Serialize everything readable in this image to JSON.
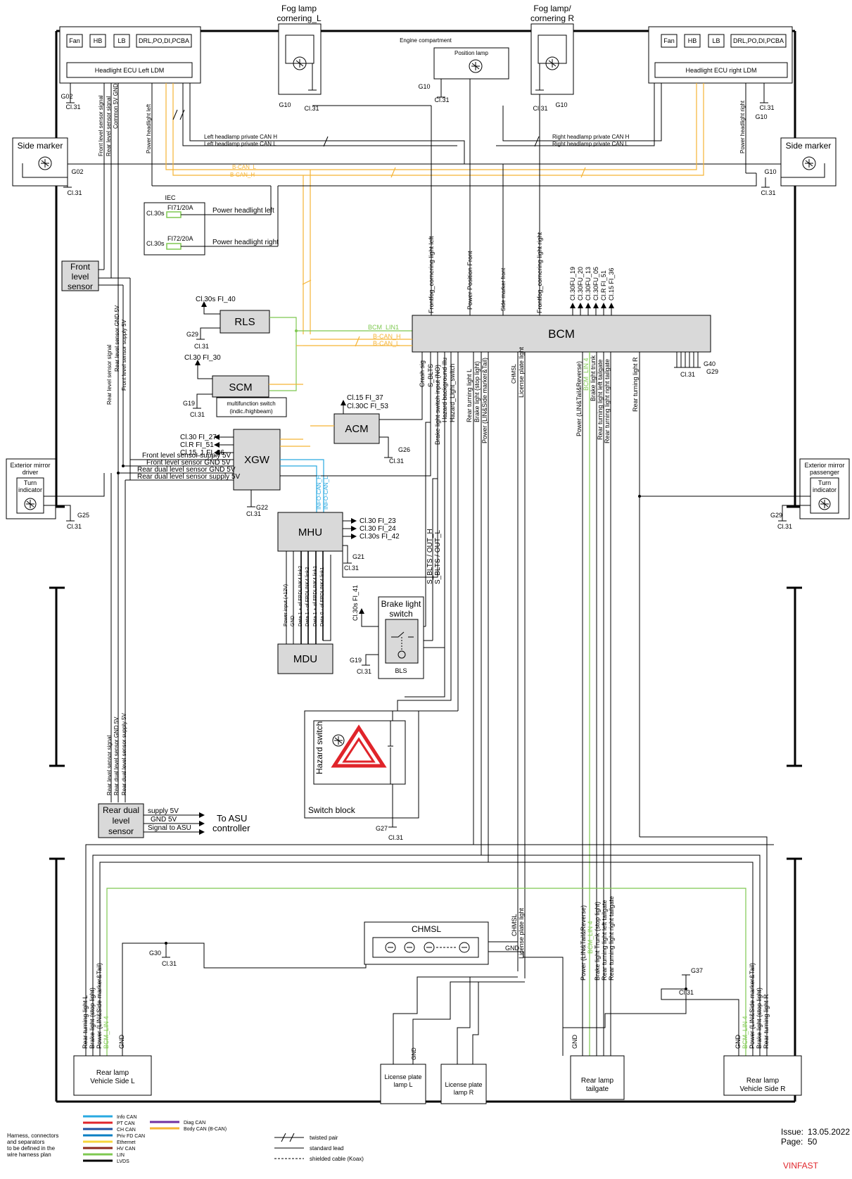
{
  "title": {
    "engine_compartment": "Engine compartment"
  },
  "headlights": {
    "left": {
      "label": "Headlight ECU Left LDM",
      "pins": [
        "Fan",
        "HB",
        "LB",
        "DRL,PO,DI,PCBA"
      ]
    },
    "right": {
      "label": "Headlight ECU right LDM",
      "pins": [
        "Fan",
        "HB",
        "LB",
        "DRL,PO,DI,PCBA"
      ]
    }
  },
  "fog_left": {
    "line1": "Fog lamp",
    "line2": "cornering_L",
    "ground": "G10",
    "cl": "Cl.31"
  },
  "fog_right": {
    "line1": "Fog lamp/",
    "line2": "cornering R",
    "ground": "G10",
    "cl": "Cl.31"
  },
  "position_lamp": {
    "label": "Position lamp",
    "ground": "G10",
    "cl": "Cl.31"
  },
  "grounds": {
    "g02a": "G02",
    "g02b": "G02",
    "g10a": "G10",
    "g10b": "G10",
    "cl31": "Cl.31",
    "g29": "G29",
    "g19": "G19",
    "g26": "G26",
    "g22": "G22",
    "g21": "G21",
    "g25": "G25",
    "g29b": "G29",
    "g19b": "G19",
    "g27": "G27",
    "g30": "G30",
    "g37": "G37",
    "g40": "G40",
    "g29c": "G29"
  },
  "side_marker_left": "Side marker",
  "side_marker_right": "Side marker",
  "wires_top": {
    "front_level_signal": "Front level sensor signal",
    "rear_level_signal": "Rear level sensor signal",
    "common_gnd": "Common 5V GND",
    "power_headlight_left_v": "Power headlight left",
    "power_headlight_right_v": "Power headlight right",
    "left_can_h": "Left headlamp private CAN H",
    "left_can_l": "Left headlamp private CAN L",
    "right_can_h": "Right headlamp private CAN H",
    "right_can_l": "Right headlamp private CAN L",
    "bcan_l": "B-CAN_L",
    "bcan_h": "B-CAN_H"
  },
  "iec": {
    "label": "IEC",
    "fuse1": "FI71/20A",
    "fuse2": "FI72/20A",
    "cl30s": "Cl.30s",
    "power_left": "Power headlight left",
    "power_right": "Power headlight right"
  },
  "front_level_sensor": [
    "Front",
    "level",
    "sensor"
  ],
  "rls": {
    "label": "RLS",
    "supply": "Cl.30s FI_40"
  },
  "scm": {
    "label": "SCM",
    "supply": "Cl.30 FI_30",
    "sub1": "multifunction switch",
    "sub2": "(indic./highbeam)"
  },
  "bcm": {
    "label": "BCM",
    "top_pins": [
      "Frontfog_cornering light left",
      "Power Position Front",
      "Side marker front",
      "Frontfog_cornering light right"
    ],
    "fuses": [
      "Cl.30FU_19",
      "Cl.30FU_20",
      "Cl.30FU_13",
      "Cl.30FU_05",
      "Cl.R FI_51",
      "Cl.15 FI_36"
    ],
    "lin_labels": [
      "BCM_LIN1",
      "B-CAN_H",
      "B-CAN_L"
    ],
    "bottom_pins": [
      "Crash sig",
      "S_BLTS",
      "Brake light switch input (NO)",
      "Hazard background illu",
      "Hazard_Light_switch",
      "Rear turning light L",
      "Brake light (stop light)",
      "Power (LIN&Side marker&Tail)",
      "CHMSL",
      "License plate light",
      "Power (LIN&Tail&Reverse)",
      "BCM_LIN 4",
      "Brake light trunk",
      "Rear turning light left tailgate",
      "Rear turning light right tailgate",
      "Rear turning light R"
    ]
  },
  "acm": {
    "label": "ACM",
    "supply1": "Cl.15 FI_37",
    "supply2": "Cl.30C FI_53"
  },
  "xgw": {
    "label": "XGW",
    "supplies": [
      "Cl.30 FI_27",
      "Cl.R FI_51",
      "Cl.15_1 FI_36"
    ],
    "wires": [
      "Front level sensor supply 5V",
      "Front level sensor GND 5V",
      "Rear dual level sensor GND 5V",
      "Rear dual level sensor supply 5V"
    ]
  },
  "mhu": {
    "label": "MHU",
    "supplies": [
      "Cl.30 FI_23",
      "Cl.30 FI_24",
      "Cl.30s FI_42"
    ],
    "info_h": "INFO-CAN_H",
    "info_l": "INFO-CAN_L"
  },
  "mdu": {
    "label": "MDU",
    "wires": [
      "Power input (+12V)",
      "GND",
      "Data 1 + of FPDLINK4 link2",
      "Data 1 - of FPDLINK4 link2",
      "Data 1 + of FPDLINK4 link1",
      "Data 0 - of FPDLINK4 link1"
    ]
  },
  "bcm_out": {
    "s_blts_h": "S_BLTS / OUT_H",
    "s_blts_l": "S_BLTS / OUT_L"
  },
  "brake_switch": {
    "line1": "Brake light",
    "line2": "switch",
    "bls": "BLS",
    "supply": "Cl.30s FI_41"
  },
  "mid_wires": {
    "rear_level_signal": "Rear level sensor signal",
    "rear_level_gnd": "Rear level sensor GND 5V",
    "front_level_supply": "Front level sensor supply 5V",
    "rear_level_signal2": "Rear level sensor signal",
    "rear_dual_gnd": "Rear dual level sensor GND 5V",
    "rear_dual_supply": "Rear dual level sensor supply 5V"
  },
  "mirror_left": {
    "line1": "Exterior mirror",
    "line2": "driver",
    "turn1": "Turn",
    "turn2": "indicator"
  },
  "mirror_right": {
    "line1": "Exterior mirror",
    "line2": "passenger",
    "turn1": "Turn",
    "turn2": "indicator"
  },
  "hazard": {
    "label": "Hazard switch",
    "block": "Switch block"
  },
  "rear_dual": {
    "lines": [
      "Rear dual",
      "level",
      "sensor"
    ],
    "supply": "supply 5V",
    "gnd": "GND 5V",
    "signal": "Signal to ASU",
    "asu1": "To ASU",
    "asu2": "controller"
  },
  "chmsl": {
    "label": "CHMSL",
    "gnd": "GND",
    "wire1": "CHMSL",
    "wire2": "License plate light"
  },
  "rear_left": {
    "line1": "Rear lamp",
    "line2": "Vehicle Side L",
    "wires": [
      "Rear turning light L",
      "Brake light (stop light)",
      "Power (LIN&Side marker&Tail)",
      "BCM_LIN 4",
      "GND"
    ]
  },
  "rear_right": {
    "line1": "Rear lamp",
    "line2": "Vehicle Side R",
    "wires": [
      "GND",
      "BCM_LIN 4",
      "Power (LIN&Side marker&Tail)",
      "Brake light (stop light)",
      "Rear turning light R"
    ]
  },
  "tailgate": {
    "line1": "Rear lamp",
    "line2": "tailgate",
    "wires": [
      "GND",
      "Power (LIN&Tail&Reverse)",
      "BCM_LIN 4",
      "Brake light Trunk (stop light)",
      "Rear turning light left tailgate",
      "Rear turning light right tailgate"
    ]
  },
  "license_l": {
    "line1": "License plate",
    "line2": "lamp L",
    "gnd": "GND"
  },
  "license_r": {
    "line1": "License plate",
    "line2": "lamp R"
  },
  "legend": {
    "items": [
      {
        "label": "Info CAN",
        "color": "#29a9e1"
      },
      {
        "label": "PT CAN",
        "color": "#e0242a"
      },
      {
        "label": "CH CAN",
        "color": "#1f4fa0"
      },
      {
        "label": "Priv FD CAN",
        "color": "#0b7fc3"
      },
      {
        "label": "Ethernet",
        "color": "#f6d63a"
      },
      {
        "label": "HV CAN",
        "color": "#8b2a1c"
      },
      {
        "label": "LIN",
        "color": "#7ec850"
      },
      {
        "label": "LVDS",
        "color": "#000000"
      }
    ],
    "items2": [
      {
        "label": "Diag CAN",
        "color": "#7030a0"
      },
      {
        "label": "Body CAN (B-CAN)",
        "color": "#f5b335"
      }
    ],
    "note": [
      "Harness, connectors",
      "and separators",
      "to be defined in the",
      "wire harness plan"
    ],
    "twisted": "twisted pair",
    "standard": "standard lead",
    "shielded": "shielded cable (Koax)"
  },
  "footer": {
    "issue_label": "Issue:",
    "issue_date": "13.05.2022",
    "page_label": "Page:",
    "page_num": "50",
    "brand": "VINFAST",
    "brand_color": "#e0242a"
  }
}
